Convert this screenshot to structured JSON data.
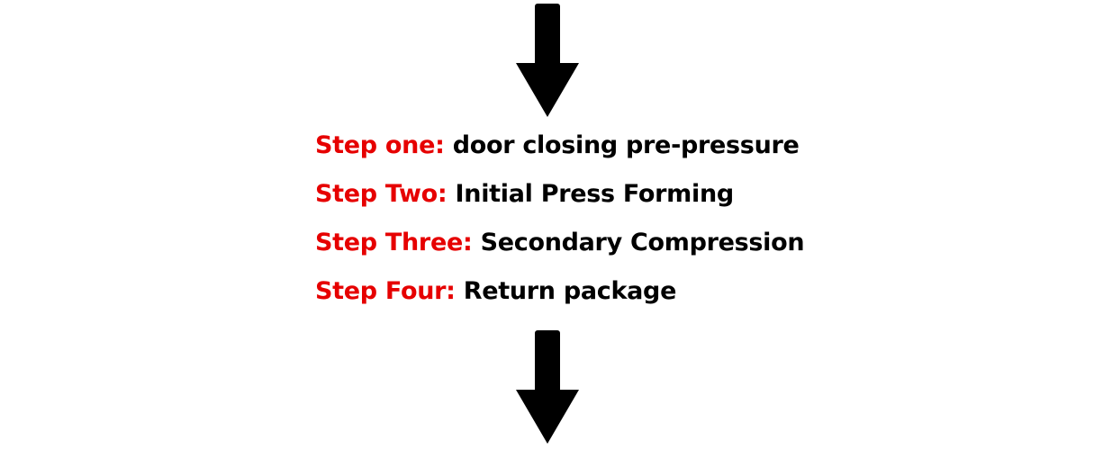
{
  "colors": {
    "label": "#e60000",
    "text": "#000000",
    "arrow": "#000000",
    "background": "#ffffff"
  },
  "icons": {
    "top": "arrow-down-icon",
    "bottom": "arrow-down-icon"
  },
  "steps": [
    {
      "label": "Step one:",
      "text": "door closing pre-pressure"
    },
    {
      "label": "Step Two:",
      "text": "Initial Press Forming"
    },
    {
      "label": "Step Three:",
      "text": "Secondary Compression"
    },
    {
      "label": "Step Four:",
      "text": "Return package"
    }
  ]
}
